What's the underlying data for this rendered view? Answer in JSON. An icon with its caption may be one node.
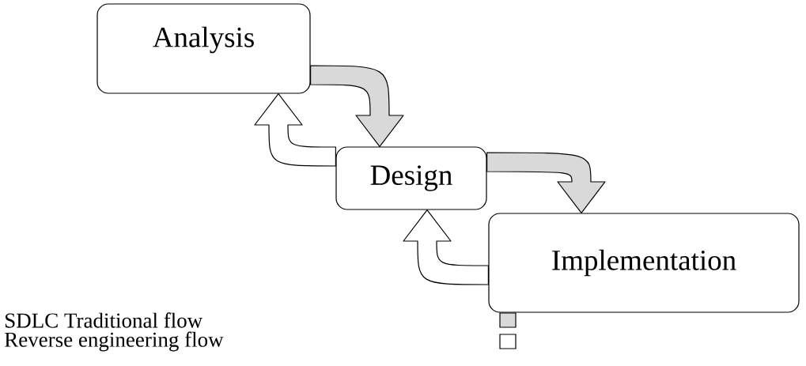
{
  "diagram": {
    "nodes": [
      {
        "text": [
          "Analysis"
        ]
      },
      {
        "text": [
          "Design"
        ]
      },
      {
        "text": [
          "Implementation"
        ]
      }
    ],
    "edges": [
      {
        "from": 0,
        "to": 1,
        "arrow": "to",
        "color": "#d9d9d9"
      },
      {
        "from": 1,
        "to": 2,
        "arrow": "to",
        "color": "#d9d9d9"
      },
      {
        "from": 1,
        "to": 0,
        "arrow": "to"
      },
      {
        "from": 2,
        "to": 1,
        "arrow": "to"
      }
    ],
    "legend": [
      {
        "text": "SDLC Traditional flow",
        "color": "#d9d9d9"
      },
      {
        "text": "Reverse engineering flow"
      }
    ]
  }
}
